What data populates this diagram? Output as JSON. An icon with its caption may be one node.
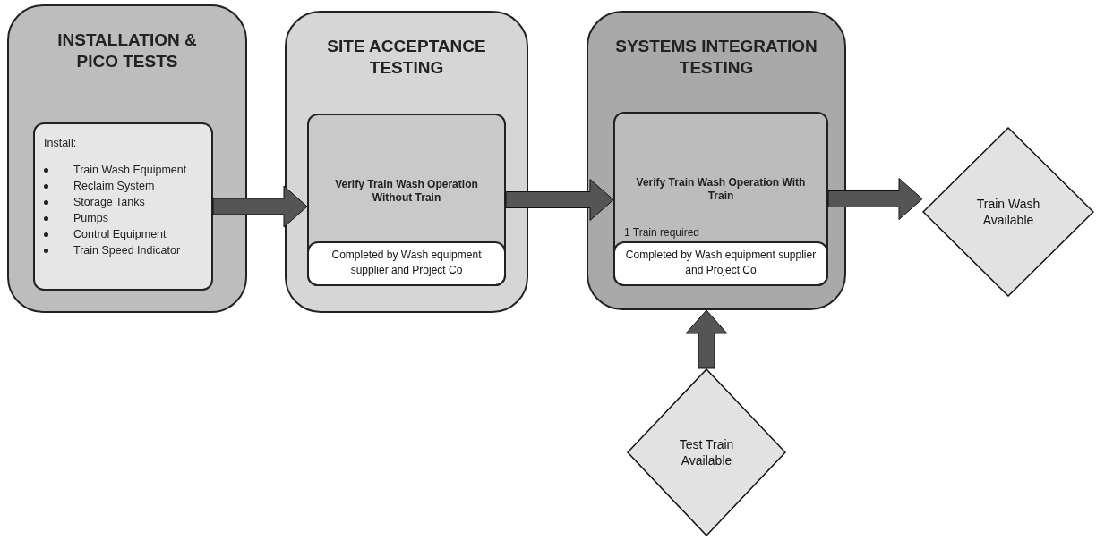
{
  "diagram": {
    "nodes": [
      {
        "text": [
          "INSTALLATION & PICO TESTS"
        ]
      },
      {
        "text": [
          "Install:",
          "Train Wash Equipment",
          "Reclaim System",
          "Storage Tanks",
          "Pumps",
          "Control Equipment",
          "Train Speed Indicator"
        ],
        "in": 0
      },
      {
        "text": [
          "SITE ACCEPTANCE TESTING"
        ]
      },
      {
        "text": [
          "Verify Train Wash Operation Without Train"
        ],
        "in": 2
      },
      {
        "text": [
          "Completed by Wash equipment supplier and Project Co"
        ],
        "in": 3
      },
      {
        "text": [
          "SYSTEMS INTEGRATION TESTING"
        ]
      },
      {
        "text": [
          "Verify Train Wash Operation With Train",
          "1 Train required"
        ],
        "in": 5
      },
      {
        "text": [
          "Completed by Wash equipment supplier and Project Co"
        ],
        "in": 6
      },
      {
        "text": [
          "Train Wash Available"
        ]
      },
      {
        "text": [
          "Test Train Available"
        ]
      }
    ],
    "edges": [
      {
        "from": 1,
        "to": 3,
        "arrow": "to",
        "style": "thick"
      },
      {
        "from": 3,
        "to": 6,
        "arrow": "to",
        "style": "thick"
      },
      {
        "from": 6,
        "to": 8,
        "arrow": "to",
        "style": "thick"
      },
      {
        "from": 9,
        "to": 5,
        "arrow": "to",
        "style": "thick"
      }
    ]
  }
}
